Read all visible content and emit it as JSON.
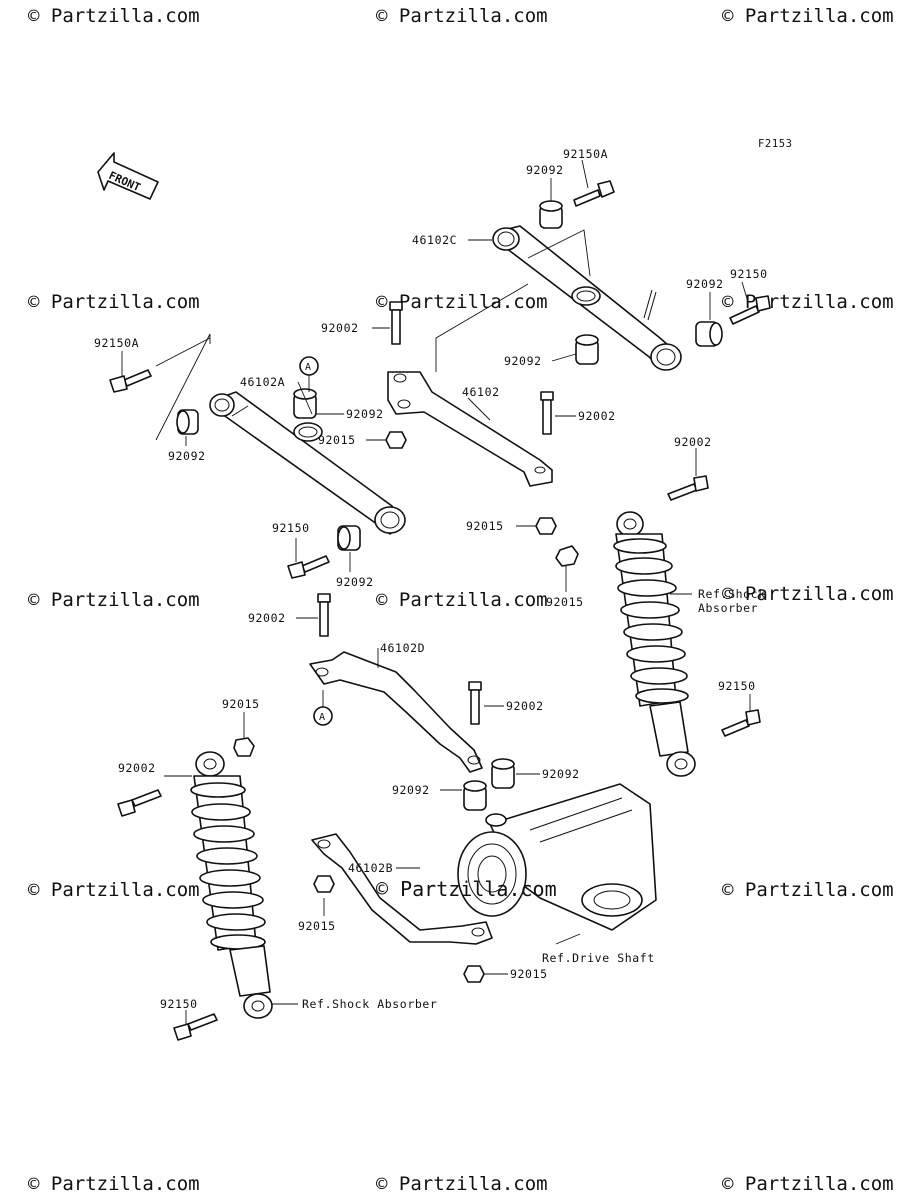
{
  "figure_code": "F2153",
  "front_arrow_label": "FRONT",
  "ref_marker": "A",
  "watermark": {
    "text": "© Partzilla.com",
    "center_text": "© Partzilla.com"
  },
  "callouts": {
    "c_92150A_top": "92150A",
    "c_92092_top": "92092",
    "c_46102C": "46102C",
    "c_92150_right": "92150",
    "c_92092_right": "92092",
    "c_92002_upper": "92002",
    "c_92092_mid_upper": "92092",
    "c_92150A_left": "92150A",
    "c_46102A": "46102A",
    "c_92092_arm_bushing": "92092",
    "c_46102": "46102",
    "c_92015_upper": "92015",
    "c_92002_rightbolt": "92002",
    "c_92092_left": "92092",
    "c_92015_mid": "92015",
    "c_92002_shock_top": "92002",
    "c_92150_mid": "92150",
    "c_92092_lower_arm": "92092",
    "c_92015_right": "92015",
    "ref_shock_absorber_right_1": "Ref.Shock",
    "ref_shock_absorber_right_2": "Absorber",
    "c_92002_lowerleft": "92002",
    "c_46102D": "46102D",
    "c_92150_shock_right": "92150",
    "c_92002_center": "92002",
    "c_92015_left": "92015",
    "c_92002_far_left": "92002",
    "c_92092_center_left": "92092",
    "c_92092_center_right": "92092",
    "c_46102B": "46102B",
    "c_92015_bottom_left": "92015",
    "ref_drive_shaft": "Ref.Drive Shaft",
    "c_92015_bottom": "92015",
    "c_92150_bottom": "92150",
    "ref_shock_absorber_bottom": "Ref.Shock Absorber"
  }
}
